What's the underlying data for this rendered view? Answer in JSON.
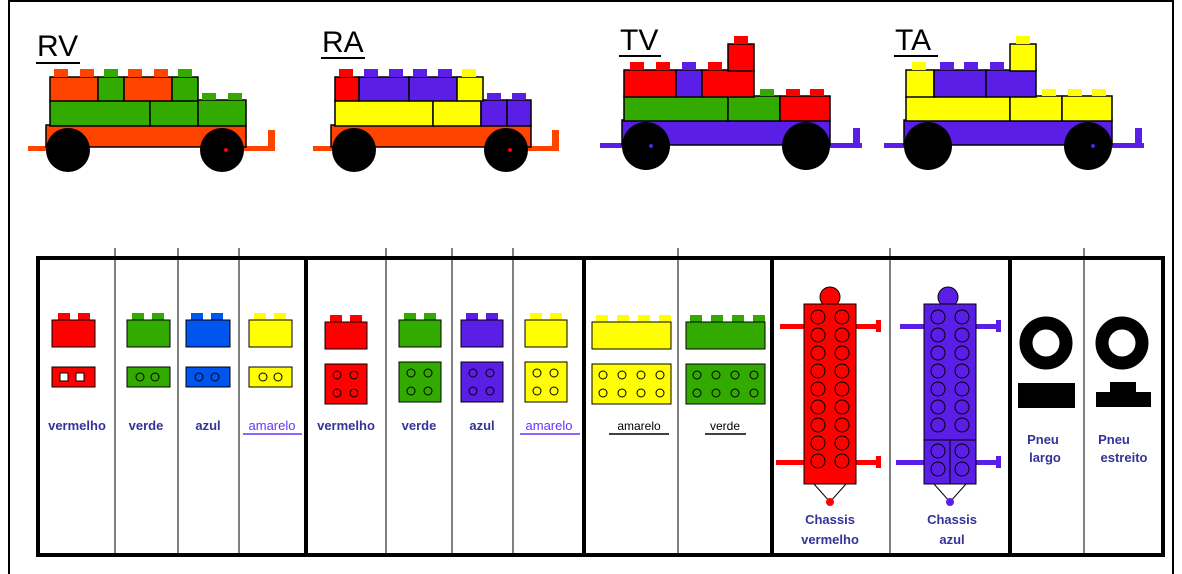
{
  "vehicles": [
    {
      "code": "RV"
    },
    {
      "code": "RA"
    },
    {
      "code": "TV"
    },
    {
      "code": "TA"
    }
  ],
  "pieces": {
    "small_bricks": [
      {
        "label": "vermelho",
        "color": "#ff0000"
      },
      {
        "label": "verde",
        "color": "#33aa00"
      },
      {
        "label": "azul",
        "color": "#0055ee"
      },
      {
        "label": "amarelo",
        "color": "#ffff00"
      }
    ],
    "square_bricks": [
      {
        "label": "vermelho",
        "color": "#ff0000"
      },
      {
        "label": "verde",
        "color": "#33aa00"
      },
      {
        "label": "azul",
        "color": "#5a1ee6"
      },
      {
        "label": "amarelo",
        "color": "#ffff00"
      }
    ],
    "long_bricks": [
      {
        "label": "amarelo",
        "color": "#ffff00"
      },
      {
        "label": "verde",
        "color": "#33aa00"
      }
    ],
    "chassis": [
      {
        "label_1": "Chassis",
        "label_2": "vermelho",
        "color": "#ff0000"
      },
      {
        "label_1": "Chassis",
        "label_2": "azul",
        "color": "#5a1ee6"
      }
    ],
    "tires": [
      {
        "label_1": "Pneu",
        "label_2": "largo"
      },
      {
        "label_1": "Pneu",
        "label_2": "estreito"
      }
    ]
  },
  "colors": {
    "red": "#ff0000",
    "orange": "#ff4400",
    "green": "#33aa00",
    "blue": "#0055ee",
    "purple": "#5a1ee6",
    "yellow": "#ffff00",
    "label": "#333399",
    "link": "#6633ff"
  }
}
